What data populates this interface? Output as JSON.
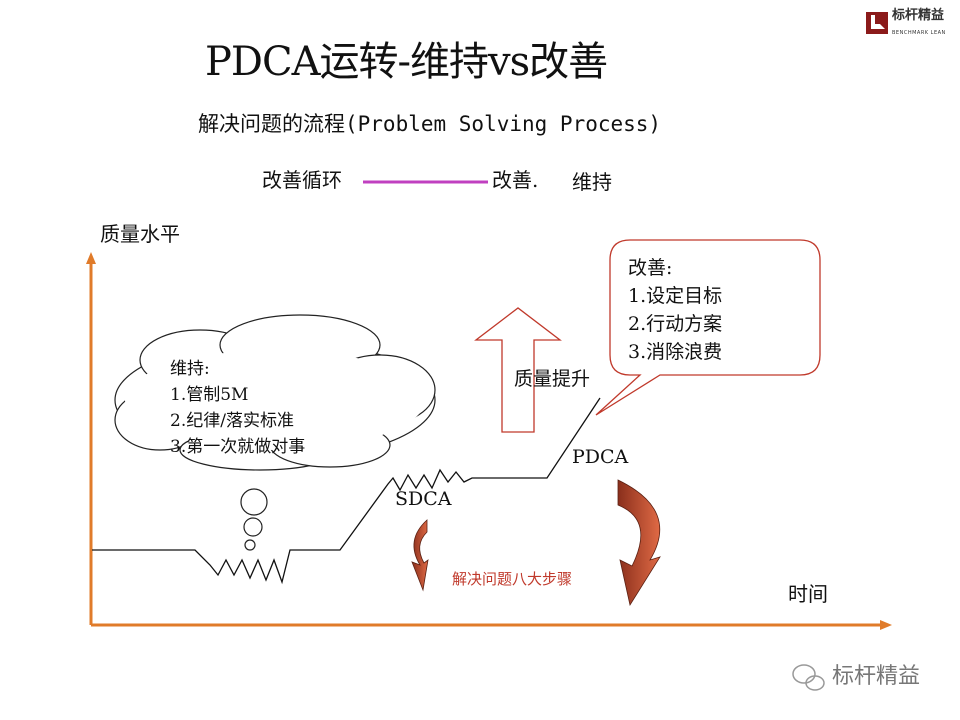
{
  "title": "PDCA运转-维持vs改善",
  "subtitle": "解决问题的流程(Problem Solving Process)",
  "legend": {
    "left": "改善循环",
    "right": "改善.",
    "right2": "维持",
    "line_color": "#c040c0"
  },
  "axes": {
    "y_label": "质量水平",
    "x_label": "时间",
    "color": "#e07b2a"
  },
  "cloud": {
    "lines": [
      "维持:",
      "1.管制5M",
      "2.纪律/落实标准",
      "3.第一次就做对事"
    ]
  },
  "callout": {
    "lines": [
      "改善:",
      "1.设定目标",
      "2.行动方案",
      "3.消除浪费"
    ],
    "border_color": "#c0392b"
  },
  "labels": {
    "sdca": "SDCA",
    "pdca": "PDCA",
    "quality_up": "质量提升",
    "steps": "解决问题八大步骤"
  },
  "logo": {
    "cn": "标杆精益",
    "en": "BENCHMARK LEAN"
  },
  "watermark": "标杆精益",
  "arrow_color": "#b5482e"
}
